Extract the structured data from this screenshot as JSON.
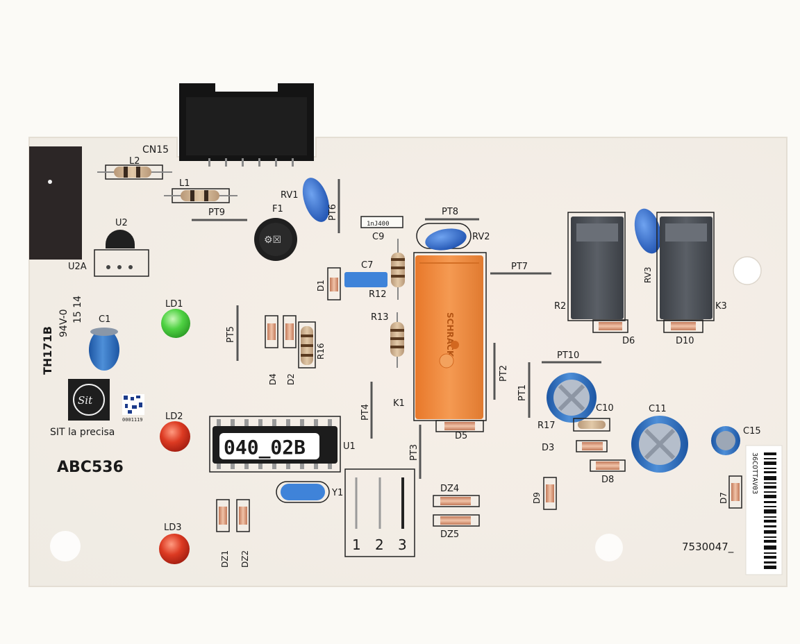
{
  "board": {
    "part_number": "ABC536",
    "serial": "7530047_",
    "manufacturer_text": "SIT la precisa",
    "logo_letters": "Sit",
    "rating_mark": "TH171B",
    "flammability": "94V-0",
    "date_code": "15 14",
    "datamatrix_text": "0001119",
    "barcode_text": "36COTTAV03"
  },
  "chip": {
    "label": "040_02B",
    "ref": "U1"
  },
  "relay_main": {
    "brand": "SCHRACK",
    "ref": "K1"
  },
  "labels": {
    "CN15": "CN15",
    "L2": "L2",
    "L1": "L1",
    "PT9": "PT9",
    "U2": "U2",
    "U2A": "U2A",
    "F1": "F1",
    "RV1": "RV1",
    "PT6": "PT6",
    "C9": "C9",
    "C9_marking": "1nJ400",
    "PT8": "PT8",
    "RV2": "RV2",
    "C7": "C7",
    "D1": "D1",
    "R12": "R12",
    "R13": "R13",
    "PT7": "PT7",
    "R2": "R2",
    "RV3": "RV3",
    "K3": "K3",
    "D6": "D6",
    "D10": "D10",
    "LD1": "LD1",
    "C1": "C1",
    "PT5": "PT5",
    "D4": "D4",
    "D2": "D2",
    "R16": "R16",
    "PT2": "PT2",
    "PT1": "PT1",
    "PT10": "PT10",
    "C10": "C10",
    "R17": "R17",
    "D3": "D3",
    "D8": "D8",
    "C11": "C11",
    "C15": "C15",
    "LD2": "LD2",
    "PT4": "PT4",
    "D5": "D5",
    "PT3": "PT3",
    "Y1": "Y1",
    "DZ4": "DZ4",
    "DZ5": "DZ5",
    "D9": "D9",
    "D7": "D7",
    "LD3": "LD3",
    "DZ1": "DZ1",
    "DZ2": "DZ2",
    "pin1": "1",
    "pin2": "2",
    "pin3": "3"
  },
  "colors": {
    "board": "#f4efe8",
    "silk": "#1a1a1a",
    "relay_orange": "#ef8a3c",
    "relay_gray": "#4a4e55",
    "cap_blue": "#2f6db8",
    "varistor_blue": "#2e64c0",
    "led_green": "#3ecb3a",
    "led_red": "#d8331e",
    "connector_black": "#141414"
  }
}
